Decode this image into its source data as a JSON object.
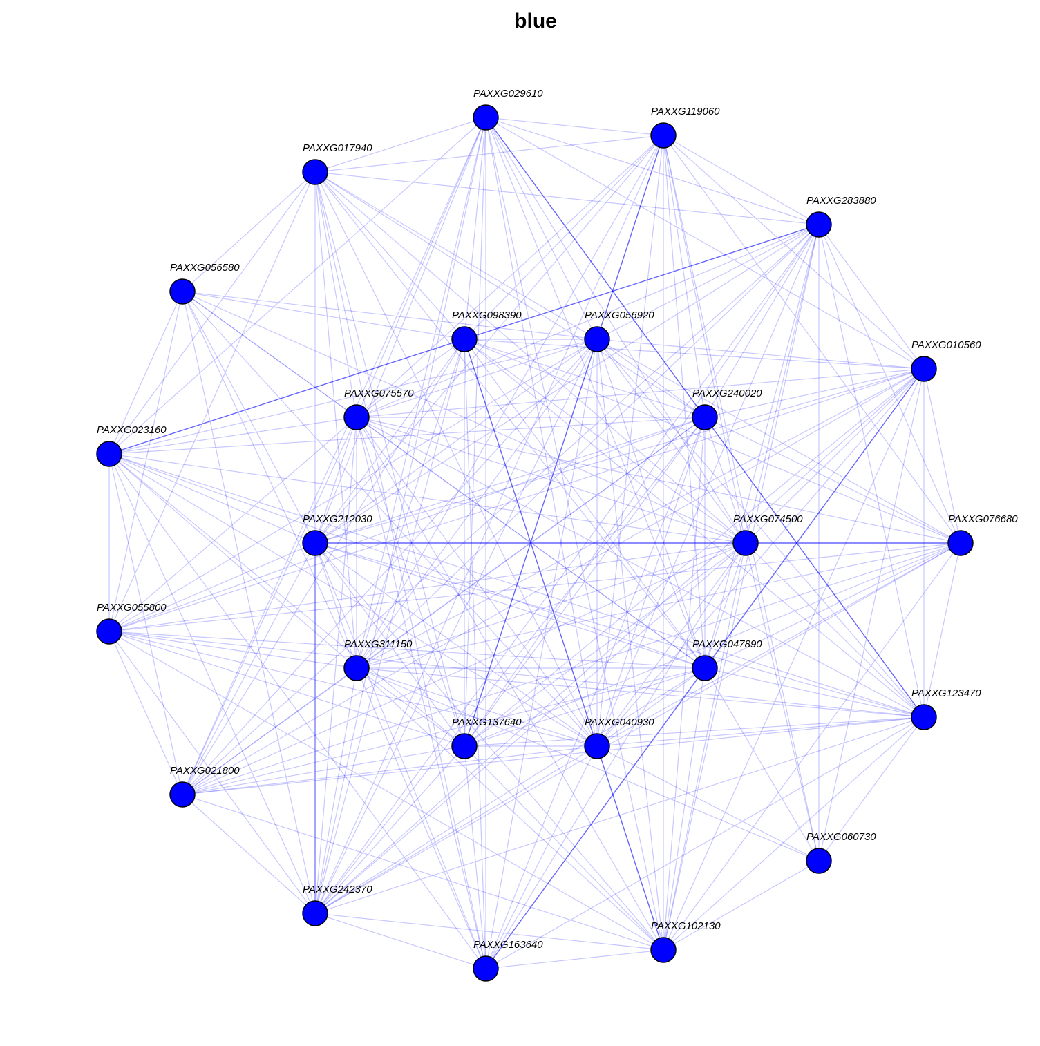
{
  "title": "blue",
  "colors": {
    "node_fill": "#0000ff",
    "node_stroke": "#000000",
    "edge": "#0000ff"
  },
  "nodes": [
    "PAXXG029610",
    "PAXXG119060",
    "PAXXG017940",
    "PAXXG283880",
    "PAXXG056580",
    "PAXXG098390",
    "PAXXG056920",
    "PAXXG010560",
    "PAXXG075570",
    "PAXXG240020",
    "PAXXG023160",
    "PAXXG212030",
    "PAXXG074500",
    "PAXXG076680",
    "PAXXG055800",
    "PAXXG311150",
    "PAXXG047890",
    "PAXXG123470",
    "PAXXG137640",
    "PAXXG040930",
    "PAXXG021800",
    "PAXXG060730",
    "PAXXG242370",
    "PAXXG163640",
    "PAXXG102130"
  ],
  "adjacency": {
    "0": [
      1,
      2,
      3,
      5,
      6,
      7,
      8,
      9,
      10,
      11,
      12,
      15,
      16,
      17,
      18,
      19,
      20,
      22,
      23,
      24
    ],
    "1": [
      2,
      3,
      5,
      6,
      7,
      8,
      9,
      11,
      12,
      13,
      15,
      16,
      18,
      19,
      21,
      22,
      24
    ],
    "2": [
      3,
      4,
      5,
      6,
      8,
      9,
      10,
      11,
      12,
      14,
      15,
      16,
      18,
      19,
      23
    ],
    "3": [
      5,
      6,
      7,
      8,
      9,
      10,
      11,
      12,
      13,
      15,
      16,
      17,
      18,
      19,
      20,
      21,
      22,
      24
    ],
    "4": [
      5,
      6,
      8,
      10,
      11,
      12,
      14,
      15,
      16,
      19,
      22
    ],
    "5": [
      6,
      7,
      8,
      9,
      10,
      11,
      12,
      13,
      15,
      16,
      17,
      18,
      19,
      20,
      22,
      23,
      24
    ],
    "6": [
      7,
      8,
      9,
      10,
      11,
      12,
      13,
      14,
      15,
      16,
      17,
      18,
      19,
      20,
      22,
      23,
      24
    ],
    "7": [
      8,
      9,
      11,
      12,
      13,
      14,
      15,
      16,
      17,
      18,
      19,
      20,
      21,
      22,
      23,
      24
    ],
    "8": [
      9,
      10,
      11,
      12,
      13,
      14,
      15,
      16,
      17,
      18,
      19,
      20,
      22,
      23,
      24
    ],
    "9": [
      10,
      11,
      12,
      13,
      14,
      15,
      16,
      17,
      18,
      19,
      20,
      22,
      23,
      24
    ],
    "10": [
      11,
      12,
      14,
      15,
      16,
      17,
      18,
      19,
      20,
      22,
      23
    ],
    "11": [
      12,
      13,
      14,
      15,
      16,
      17,
      18,
      19,
      20,
      22,
      23,
      24
    ],
    "12": [
      13,
      14,
      15,
      16,
      17,
      18,
      19,
      20,
      21,
      22,
      23,
      24
    ],
    "13": [
      14,
      15,
      16,
      17,
      18,
      19,
      20,
      22,
      24
    ],
    "14": [
      15,
      16,
      17,
      18,
      19,
      20,
      22,
      24
    ],
    "15": [
      16,
      17,
      18,
      19,
      20,
      21,
      22,
      23,
      24
    ],
    "16": [
      17,
      18,
      19,
      20,
      21,
      22,
      23,
      24
    ],
    "17": [
      18,
      19,
      20,
      21,
      22,
      23,
      24
    ],
    "18": [
      19,
      20,
      22,
      23,
      24
    ],
    "19": [
      20,
      21,
      22,
      23,
      24
    ],
    "20": [
      22,
      24
    ],
    "21": [
      24
    ],
    "22": [
      23,
      24
    ],
    "23": [
      24
    ]
  },
  "strong_edges": [
    [
      0,
      17
    ],
    [
      5,
      19
    ],
    [
      3,
      10
    ],
    [
      1,
      18
    ],
    [
      7,
      23
    ],
    [
      11,
      22
    ],
    [
      19,
      24
    ],
    [
      11,
      13
    ]
  ]
}
